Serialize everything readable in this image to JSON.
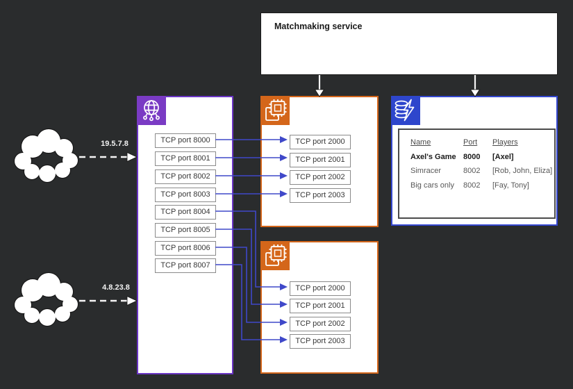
{
  "matchmaking": {
    "label": "Matchmaking service"
  },
  "clients": [
    {
      "ip": "19.5.7.8"
    },
    {
      "ip": "4.8.23.8"
    }
  ],
  "gateway": {
    "icon": "globe-network-icon",
    "ports": [
      "TCP port 8000",
      "TCP port 8001",
      "TCP port 8002",
      "TCP port 8003",
      "TCP port 8004",
      "TCP port 8005",
      "TCP port 8006",
      "TCP port 8007"
    ]
  },
  "servers": [
    {
      "icon": "compute-chip-icon",
      "ports": [
        "TCP port 2000",
        "TCP port 2001",
        "TCP port 2002",
        "TCP port 2003"
      ]
    },
    {
      "icon": "compute-chip-icon",
      "ports": [
        "TCP port 2000",
        "TCP port 2001",
        "TCP port 2002",
        "TCP port 2003"
      ]
    }
  ],
  "games_table": {
    "headers": [
      "Name",
      "Port",
      "Players"
    ],
    "rows": [
      {
        "name": "Axel's Game",
        "port": "8000",
        "players": "[Axel]",
        "emphasis": "bold"
      },
      {
        "name": "Simracer",
        "port": "8002",
        "players": "[Rob, John, Eliza]",
        "emphasis": "normal"
      },
      {
        "name": "Big cars only",
        "port": "8002",
        "players": "[Fay, Tony]",
        "emphasis": "normal"
      }
    ]
  },
  "colors": {
    "background": "#2a2c2d",
    "gateway_accent": "#7a3bc4",
    "server_accent": "#d4661a",
    "registry_accent": "#2e46cc",
    "connector": "#3f48c9"
  }
}
